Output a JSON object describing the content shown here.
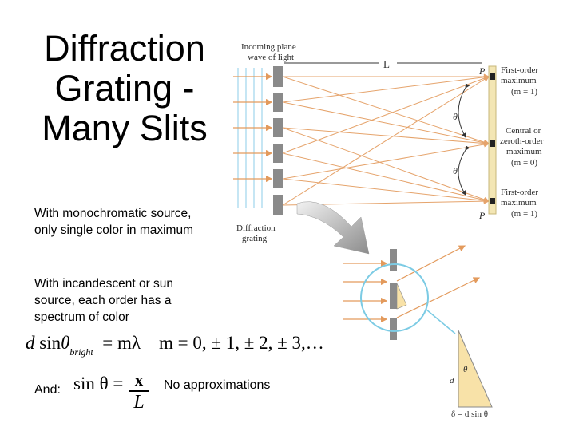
{
  "title": {
    "lines": [
      "Diffraction",
      "Grating -",
      "Many Slits"
    ]
  },
  "notes": {
    "monochromatic": "With monochromatic source, only single color in maximum",
    "incandescent": "With incandescent or sun source, each order has a spectrum of color"
  },
  "equation": {
    "lhs_d": "d",
    "lhs_sin": "sin",
    "lhs_theta": "θ",
    "lhs_sub": "bright",
    "rhs": "= mλ",
    "m_values": "m = 0, ± 1, ± 2, ± 3,…"
  },
  "and_equation": {
    "label": "And:",
    "lhs": "sin θ =",
    "numerator": "x",
    "denominator": "L",
    "note": "No approximations"
  },
  "diagram": {
    "incoming_label": [
      "Incoming plane",
      "wave of light"
    ],
    "L_label": "L",
    "grating_label": [
      "Diffraction",
      "grating"
    ],
    "P_label": "P",
    "theta_label": "θ",
    "right_labels": {
      "first_top": [
        "First-order",
        "maximum",
        "(m = 1)"
      ],
      "central": [
        "Central or",
        "zeroth-order",
        "maximum",
        "(m = 0)"
      ],
      "first_bottom": [
        "First-order",
        "maximum",
        "(m = 1)"
      ]
    },
    "triangle": {
      "d_label": "d",
      "theta_label": "θ",
      "delta_label": "δ = d sin θ"
    },
    "colors": {
      "ray": "#e39a5c",
      "wavefront": "#9fd6ec",
      "slit": "#8a8a8a",
      "screen": "#f3e6b4",
      "circle": "#7ccbe4",
      "triangle": "#f8e2a8"
    }
  }
}
